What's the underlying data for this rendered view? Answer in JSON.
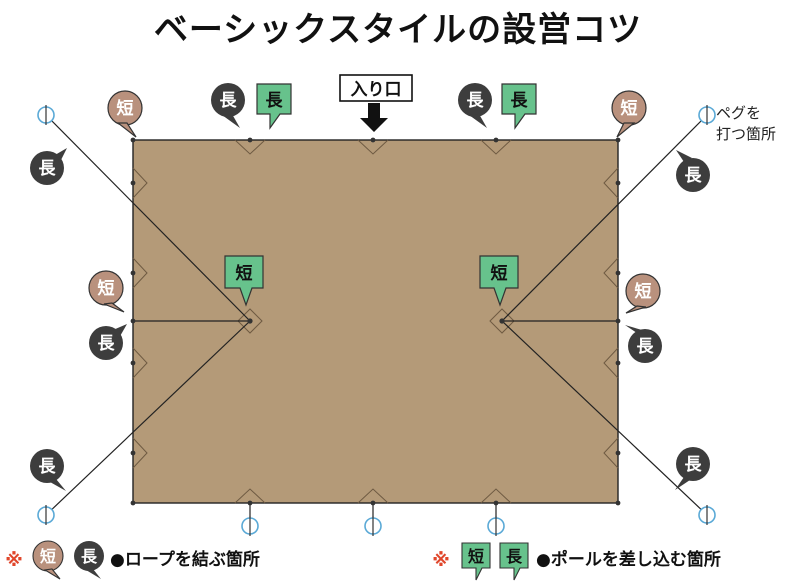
{
  "title": "ベーシックスタイルの設営コツ",
  "entrance_label": "入り口",
  "peg_note": [
    "ペグを",
    "打つ箇所"
  ],
  "bubble_labels": {
    "short": "短",
    "long": "長"
  },
  "colors": {
    "tarp": "#b49a78",
    "short_rope": "#b9917d",
    "long_rope": "#3d3d3d",
    "pole": "#67c28c",
    "peg_ring": "#5aa9d6",
    "asterisk": "#e0462b"
  },
  "legend": {
    "asterisk": "※",
    "rope_text": "●ロープを結ぶ箇所",
    "pole_text": "●ポールを差し込む箇所"
  }
}
